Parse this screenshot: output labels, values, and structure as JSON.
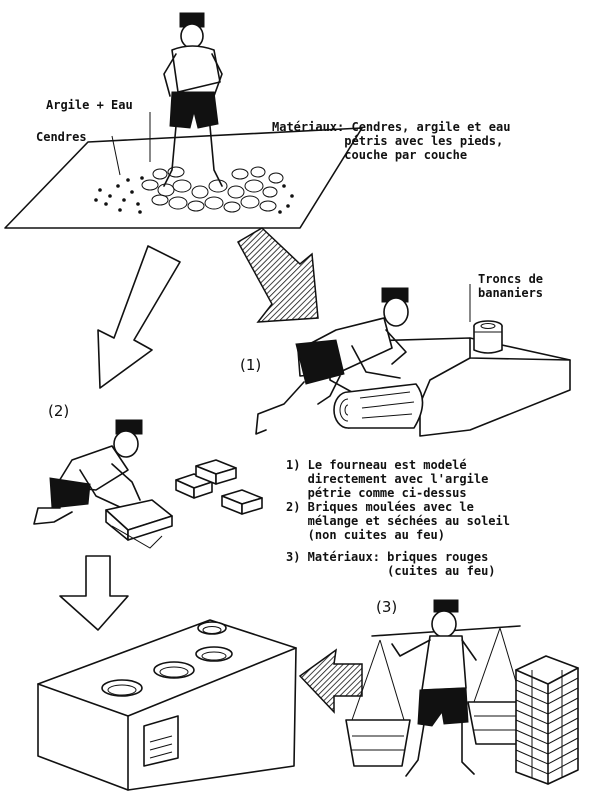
{
  "scene_top": {
    "label_clay_water": "Argile + Eau",
    "label_ashes": "Cendres",
    "materials_text": "Matériaux: Cendres, argile et eau\n          pétris avec les pieds,\n          couche par couche"
  },
  "scene_1": {
    "number": "(1)",
    "label_banana": "Troncs de\nbananiers"
  },
  "scene_2": {
    "number": "(2)"
  },
  "scene_3": {
    "number": "(3)"
  },
  "notes": {
    "item1": "1) Le fourneau est modelé\n   directement avec l'argile\n   pétrie comme ci-dessus",
    "item2": "2) Briques moulées avec le\n   mélange et séchées au soleil\n   (non cuites au feu)",
    "item3": "3) Matériaux: briques rouges\n              (cuites au feu)"
  },
  "icons": [
    "worker-figure",
    "clay-mat",
    "arrow-outline",
    "arrow-hatched",
    "stove",
    "bricks",
    "banana-trunk"
  ]
}
